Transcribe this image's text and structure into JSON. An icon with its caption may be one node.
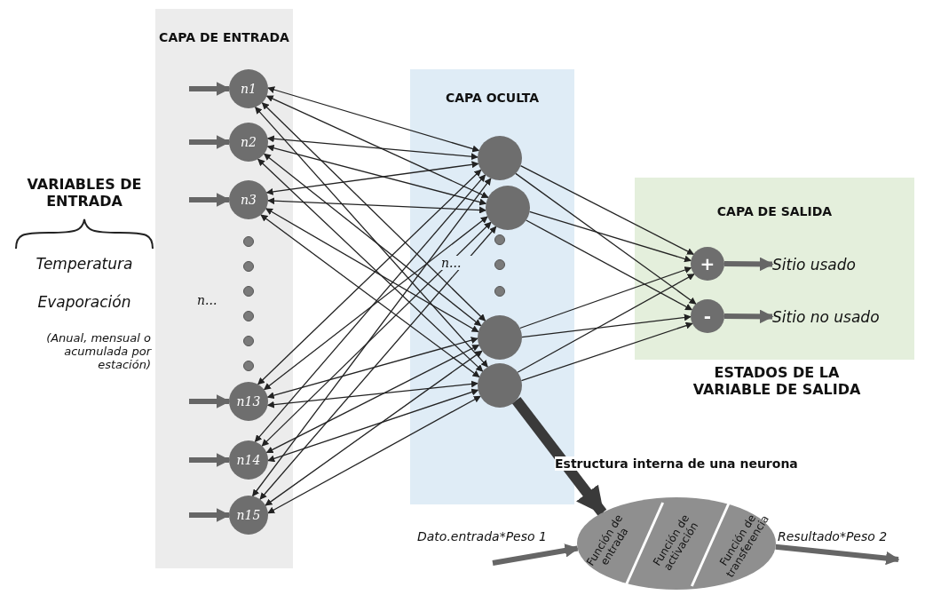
{
  "diagram": {
    "nodes": [
      {
        "text": [
          "CAPA DE ENTRADA"
        ]
      },
      {
        "text": [
          "n1"
        ],
        "in": 0
      },
      {
        "text": [
          "n2"
        ],
        "in": 0
      },
      {
        "text": [
          "n3"
        ],
        "in": 0
      },
      {
        "text": [],
        "shape": "circle",
        "in": 0
      },
      {
        "text": [],
        "shape": "circle",
        "in": 0
      },
      {
        "text": [],
        "shape": "circle",
        "in": 0
      },
      {
        "text": [],
        "shape": "circle",
        "in": 0
      },
      {
        "text": [],
        "shape": "circle",
        "in": 0
      },
      {
        "text": [],
        "shape": "circle",
        "in": 0
      },
      {
        "text": [
          "n13"
        ],
        "in": 0
      },
      {
        "text": [
          "n14"
        ],
        "in": 0
      },
      {
        "text": [
          "n15"
        ],
        "in": 0
      },
      {
        "text": [
          "CAPA OCULTA"
        ]
      },
      {
        "text": [],
        "shape": "circle",
        "in": 13
      },
      {
        "text": [],
        "shape": "circle",
        "in": 13
      },
      {
        "text": [],
        "shape": "circle",
        "in": 13
      },
      {
        "text": [],
        "shape": "circle",
        "in": 13
      },
      {
        "text": [],
        "shape": "circle",
        "in": 13
      },
      {
        "text": [],
        "shape": "circle",
        "in": 13
      },
      {
        "text": [],
        "shape": "circle",
        "in": 13
      },
      {
        "text": [
          "CAPA DE SALIDA"
        ]
      },
      {
        "text": [
          "+"
        ],
        "in": 21
      },
      {
        "text": [
          "-"
        ],
        "in": 21
      },
      {
        "text": [
          "Sitio usado"
        ],
        "in": 21
      },
      {
        "text": [
          "Sitio no usado"
        ],
        "in": 21
      },
      {
        "text": [
          "Función de entrada",
          "Función de activación",
          "Función de transferencia"
        ],
        "beside": [
          "Estructura interna de una neurona"
        ]
      }
    ],
    "edges": [
      {
        "from": null,
        "to": 1,
        "arrow": "to",
        "style": "thick",
        "color": "#666666"
      },
      {
        "from": null,
        "to": 2,
        "arrow": "to",
        "style": "thick",
        "color": "#666666"
      },
      {
        "from": null,
        "to": 3,
        "arrow": "to",
        "style": "thick",
        "color": "#666666"
      },
      {
        "from": null,
        "to": 10,
        "arrow": "to",
        "style": "thick",
        "color": "#666666"
      },
      {
        "from": null,
        "to": 11,
        "arrow": "to",
        "style": "thick",
        "color": "#666666"
      },
      {
        "from": null,
        "to": 12,
        "arrow": "to",
        "style": "thick",
        "color": "#666666"
      },
      {
        "from": 1,
        "to": 14,
        "arrow": "both"
      },
      {
        "from": 1,
        "to": 15,
        "arrow": "both"
      },
      {
        "from": 1,
        "to": 19,
        "arrow": "both"
      },
      {
        "from": 1,
        "to": 20,
        "arrow": "both"
      },
      {
        "from": 2,
        "to": 14,
        "arrow": "both"
      },
      {
        "from": 2,
        "to": 15,
        "arrow": "both"
      },
      {
        "from": 2,
        "to": 19,
        "arrow": "both"
      },
      {
        "from": 2,
        "to": 20,
        "arrow": "both"
      },
      {
        "from": 3,
        "to": 14,
        "arrow": "both"
      },
      {
        "from": 3,
        "to": 15,
        "arrow": "both"
      },
      {
        "from": 3,
        "to": 19,
        "arrow": "both"
      },
      {
        "from": 3,
        "to": 20,
        "arrow": "both"
      },
      {
        "from": 10,
        "to": 14,
        "arrow": "both"
      },
      {
        "from": 10,
        "to": 15,
        "arrow": "both"
      },
      {
        "from": 10,
        "to": 19,
        "arrow": "both"
      },
      {
        "from": 10,
        "to": 20,
        "arrow": "both"
      },
      {
        "from": 11,
        "to": 14,
        "arrow": "both"
      },
      {
        "from": 11,
        "to": 15,
        "arrow": "both"
      },
      {
        "from": 11,
        "to": 19,
        "arrow": "both"
      },
      {
        "from": 11,
        "to": 20,
        "arrow": "both"
      },
      {
        "from": 12,
        "to": 14,
        "arrow": "both"
      },
      {
        "from": 12,
        "to": 15,
        "arrow": "both"
      },
      {
        "from": 12,
        "to": 19,
        "arrow": "both"
      },
      {
        "from": 12,
        "to": 20,
        "arrow": "both"
      },
      {
        "from": 14,
        "to": 22,
        "arrow": "to"
      },
      {
        "from": 14,
        "to": 23,
        "arrow": "to"
      },
      {
        "from": 15,
        "to": 22,
        "arrow": "to"
      },
      {
        "from": 15,
        "to": 23,
        "arrow": "to"
      },
      {
        "from": 19,
        "to": 22,
        "arrow": "to"
      },
      {
        "from": 19,
        "to": 23,
        "arrow": "to"
      },
      {
        "from": 20,
        "to": 22,
        "arrow": "to"
      },
      {
        "from": 20,
        "to": 23,
        "arrow": "to"
      },
      {
        "from": 22,
        "to": 24,
        "arrow": "to",
        "style": "thick",
        "color": "#666666"
      },
      {
        "from": 23,
        "to": 25,
        "arrow": "to",
        "style": "thick",
        "color": "#666666"
      },
      {
        "from": 20,
        "to": 26,
        "arrow": "to",
        "style": "thick",
        "color": "#3a3a3a"
      },
      {
        "from": null,
        "to": 26,
        "arrow": "to",
        "label": "Dato.entrada*Peso 1",
        "style": "thick",
        "color": "#666666"
      },
      {
        "from": 26,
        "to": null,
        "arrow": "to",
        "label": "Resultado*Peso 2",
        "style": "thick",
        "color": "#666666"
      }
    ],
    "labels": [
      "VARIABLES DE ENTRADA",
      "Temperatura",
      "Evaporación",
      "(Anual, mensual o acumulada por estación)",
      "n...",
      "n...",
      "ESTADOS DE LA VARIABLE DE SALIDA"
    ]
  }
}
